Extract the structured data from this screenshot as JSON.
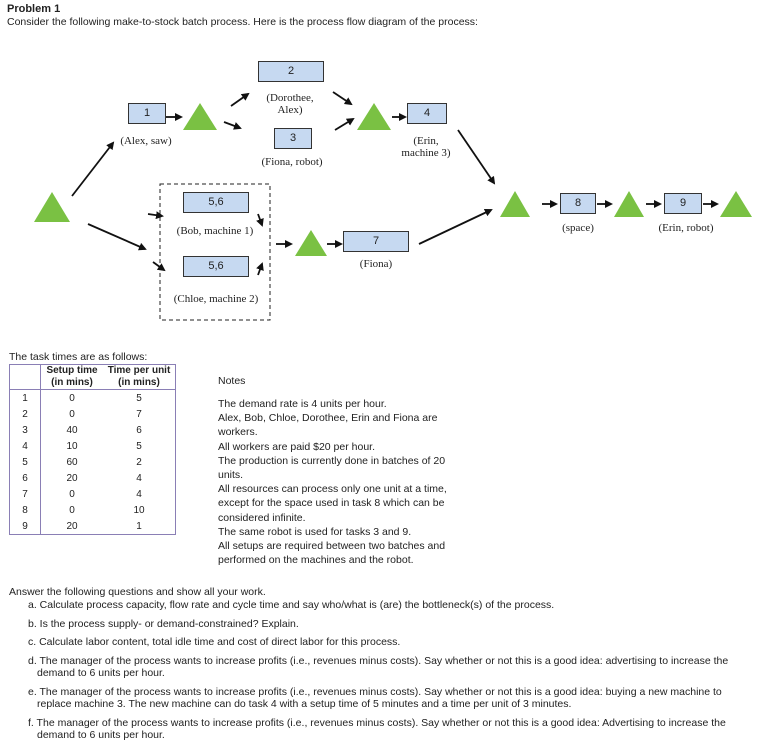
{
  "header": {
    "title": "Problem 1",
    "intro": "Consider the following make-to-stock batch process. Here is the process flow diagram of the process:"
  },
  "diagram": {
    "boxes": [
      {
        "id": "box-1",
        "label": "1"
      },
      {
        "id": "box-2",
        "label": "2"
      },
      {
        "id": "box-3",
        "label": "3"
      },
      {
        "id": "box-4",
        "label": "4"
      },
      {
        "id": "box-56a",
        "label": "5,6"
      },
      {
        "id": "box-56b",
        "label": "5,6"
      },
      {
        "id": "box-7",
        "label": "7"
      },
      {
        "id": "box-8",
        "label": "8"
      },
      {
        "id": "box-9",
        "label": "9"
      }
    ],
    "captions": {
      "c1": "(Alex, saw)",
      "c2_line1": "(Dorothee,",
      "c2_line2": "Alex)",
      "c3": "(Fiona, robot)",
      "c4_line1": "(Erin,",
      "c4_line2": "machine 3)",
      "c5": "(Bob, machine 1)",
      "c6": "(Chloe, machine 2)",
      "c7": "(Fiona)",
      "c8": "(space)",
      "c9": "(Erin, robot)"
    },
    "colors": {
      "inventory": "#7ac143",
      "box_fill": "#c6d9f1"
    }
  },
  "task_times": {
    "label": "The task times are as follows:",
    "columns": [
      "Setup time (in mins)",
      "Time per unit (in mins)"
    ],
    "col1_line1": "Setup time",
    "col1_line2": "(in mins)",
    "col2_line1": "Time per unit",
    "col2_line2": "(in mins)",
    "rows": [
      {
        "task": "1",
        "setup": "0",
        "per_unit": "5"
      },
      {
        "task": "2",
        "setup": "0",
        "per_unit": "7"
      },
      {
        "task": "3",
        "setup": "40",
        "per_unit": "6"
      },
      {
        "task": "4",
        "setup": "10",
        "per_unit": "5"
      },
      {
        "task": "5",
        "setup": "60",
        "per_unit": "2"
      },
      {
        "task": "6",
        "setup": "20",
        "per_unit": "4"
      },
      {
        "task": "7",
        "setup": "0",
        "per_unit": "4"
      },
      {
        "task": "8",
        "setup": "0",
        "per_unit": "10"
      },
      {
        "task": "9",
        "setup": "20",
        "per_unit": "1"
      }
    ]
  },
  "notes": {
    "heading": "Notes",
    "lines": [
      "The demand rate is 4 units per hour.",
      "Alex, Bob, Chloe, Dorothee, Erin and Fiona are",
      "workers.",
      "All workers are paid $20 per hour.",
      "The production is currently done in batches of 20",
      "units.",
      "All resources can process only one unit at a time,",
      "except for the space used in task 8 which can be",
      "considered infinite.",
      "The same robot is used for tasks 3 and 9.",
      "All setups are required between two batches and",
      "performed on the machines and the robot."
    ]
  },
  "questions": {
    "intro": "Answer the following questions and show all your work.",
    "items": [
      {
        "id": "a",
        "text": "a. Calculate process capacity, flow rate and cycle time and say who/what is (are) the bottleneck(s) of the process."
      },
      {
        "id": "b",
        "text": "b. Is the process supply- or demand-constrained? Explain."
      },
      {
        "id": "c",
        "text": "c. Calculate labor content, total idle time and cost of direct labor for this process."
      },
      {
        "id": "d",
        "line1": "d. The manager of the process wants to increase profits (i.e., revenues minus costs).  Say whether or not this is a good idea: advertising to increase the",
        "line2": "demand to 6 units per hour."
      },
      {
        "id": "e",
        "line1": "e. The manager of the process wants to increase profits (i.e., revenues minus costs).  Say whether or not this is a good idea: buying a new machine to",
        "line2": "replace machine 3.  The new machine can do task 4 with a setup time of 5 minutes and a time per unit of 3 minutes."
      },
      {
        "id": "f",
        "line1": "f. The manager of the process wants to increase profits (i.e., revenues minus costs).  Say whether or not this is a good idea: Advertising to increase the",
        "line2": "demand to 6 units per hour."
      }
    ]
  }
}
